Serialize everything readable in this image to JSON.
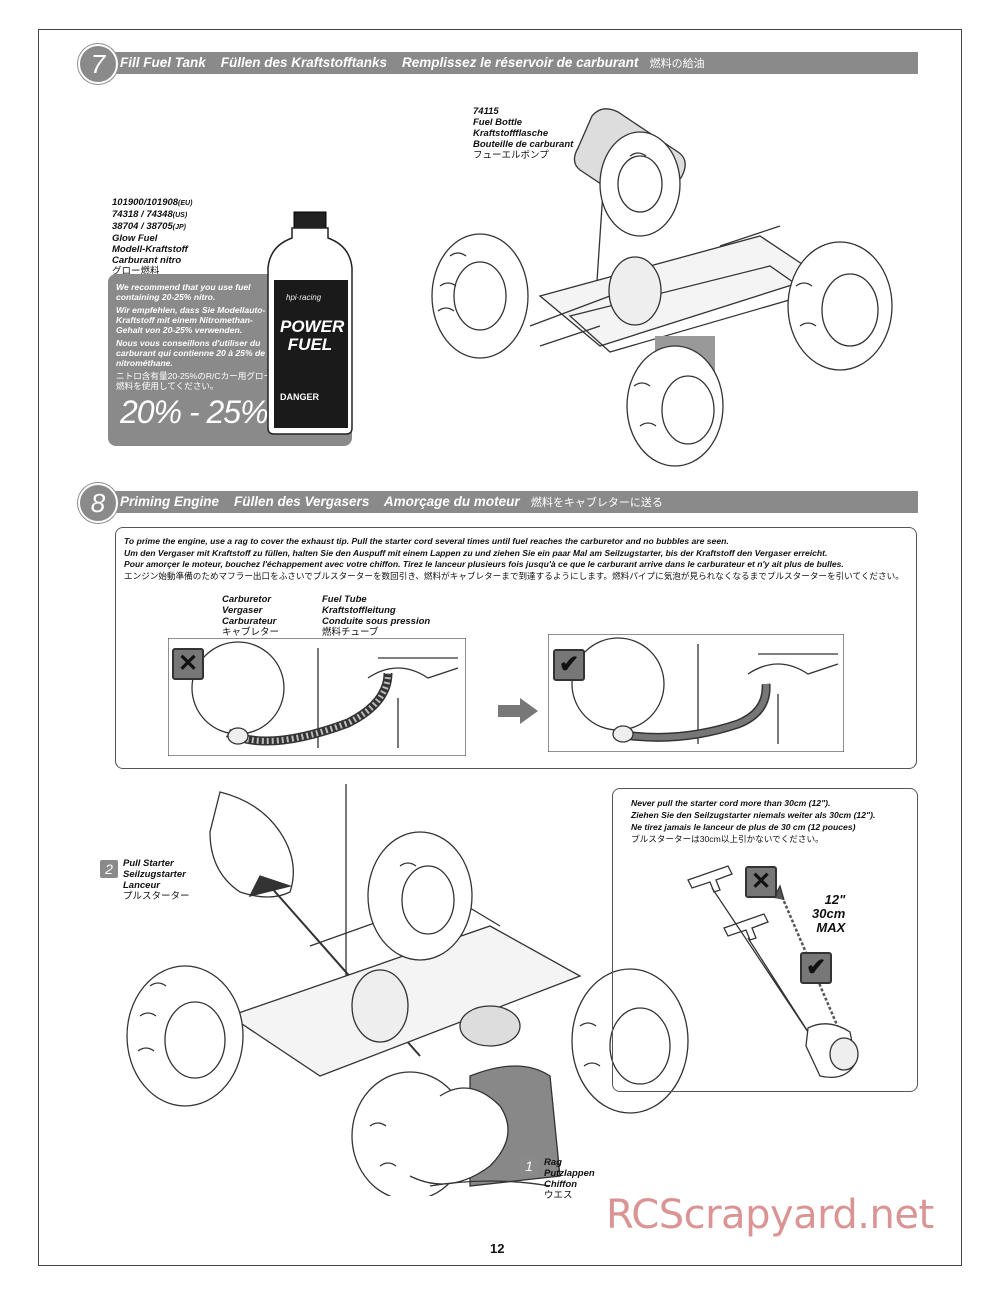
{
  "step7": {
    "number": "7",
    "title": "Fill Fuel Tank    Füllen des Kraftstofftanks    Remplissez le réservoir de carburant",
    "title_jp": "燃料の給油",
    "fuel_bottle_label": {
      "part": "74115",
      "en": "Fuel Bottle",
      "de": "Kraftstoffflasche",
      "fr": "Bouteille de carburant",
      "jp": "フューエルボンプ"
    },
    "glow_fuel_label": {
      "line1": "101900/101908",
      "line1_suffix": "(EU)",
      "line2": "74318 / 74348",
      "line2_suffix": "(US)",
      "line3": "38704 / 38705",
      "line3_suffix": "(JP)",
      "en": "Glow Fuel",
      "de": "Modell-Kraftstoff",
      "fr": "Carburant nitro",
      "jp": "グロー燃料"
    },
    "note": {
      "en": "We recommend that you use fuel containing 20-25% nitro.",
      "de": "Wir empfehlen, dass Sie Modellauto-Kraftstoff mit einem Nitromethan-Gehalt von 20-25% verwenden.",
      "fr": "Nous vous conseillons d'utiliser du carburant qui contienne 20 à 25% de nitrométhane.",
      "jp": "ニトロ含有量20-25%のR/Cカー用グロー燃料を使用してください。",
      "range": "20% - 25%"
    },
    "bottle_brand": "hpi·racing",
    "bottle_name": "POWER FUEL",
    "bottle_warning": "DANGER"
  },
  "step8": {
    "number": "8",
    "title": "Priming Engine    Füllen des Vergasers    Amorçage du moteur",
    "title_jp": "燃料をキャブレターに送る",
    "instructions": {
      "en": "To prime the engine, use a rag to cover the exhaust tip. Pull the starter cord several times until fuel reaches the carburetor and no bubbles are seen.",
      "de": "Um den Vergaser mit Kraftstoff zu füllen, halten Sie den Auspuff mit einem Lappen zu und ziehen Sie ein paar Mal am Seilzugstarter, bis der Kraftstoff den Vergaser erreicht.",
      "fr": "Pour amorçer le moteur, bouchez l'échappement avec votre chiffon. Tirez le lanceur plusieurs fois jusqu'à ce que le carburant arrive dans le carburateur et n'y ait plus de bulles.",
      "jp": "エンジン始動準備のためマフラー出口をふさいでプルスターターを数回引き、燃料がキャブレターまで到達するようにします。燃料パイプに気泡が見られなくなるまでプルスターターを引いてください。"
    },
    "carburetor_label": {
      "en": "Carburetor",
      "de": "Vergaser",
      "fr": "Carburateur",
      "jp": "キャブレター"
    },
    "fuel_tube_label": {
      "en": "Fuel Tube",
      "de": "Kraftstoffleitung",
      "fr": "Conduite sous pression",
      "jp": "燃料チューブ"
    },
    "pull_starter_label": {
      "num": "2",
      "en": "Pull Starter",
      "de": "Seilzugstarter",
      "fr": "Lanceur",
      "jp": "プルスターター"
    },
    "rag_label": {
      "num": "1",
      "en": "Rag",
      "de": "Putzlappen",
      "fr": "Chiffon",
      "jp": "ウエス"
    },
    "warning": {
      "en": "Never pull the starter cord more than 30cm (12\").",
      "de": "Ziehen Sie den Seilzugstarter niemals weiter als 30cm (12\").",
      "fr": "Ne tirez jamais le lanceur de plus de 30 cm (12 pouces)",
      "jp": "プルスターターは30cm以上引かないでください。"
    },
    "max_label": {
      "inch": "12\"",
      "cm": "30cm",
      "max": "MAX"
    }
  },
  "page_number": "12",
  "watermark": "RCScrapyard.net"
}
